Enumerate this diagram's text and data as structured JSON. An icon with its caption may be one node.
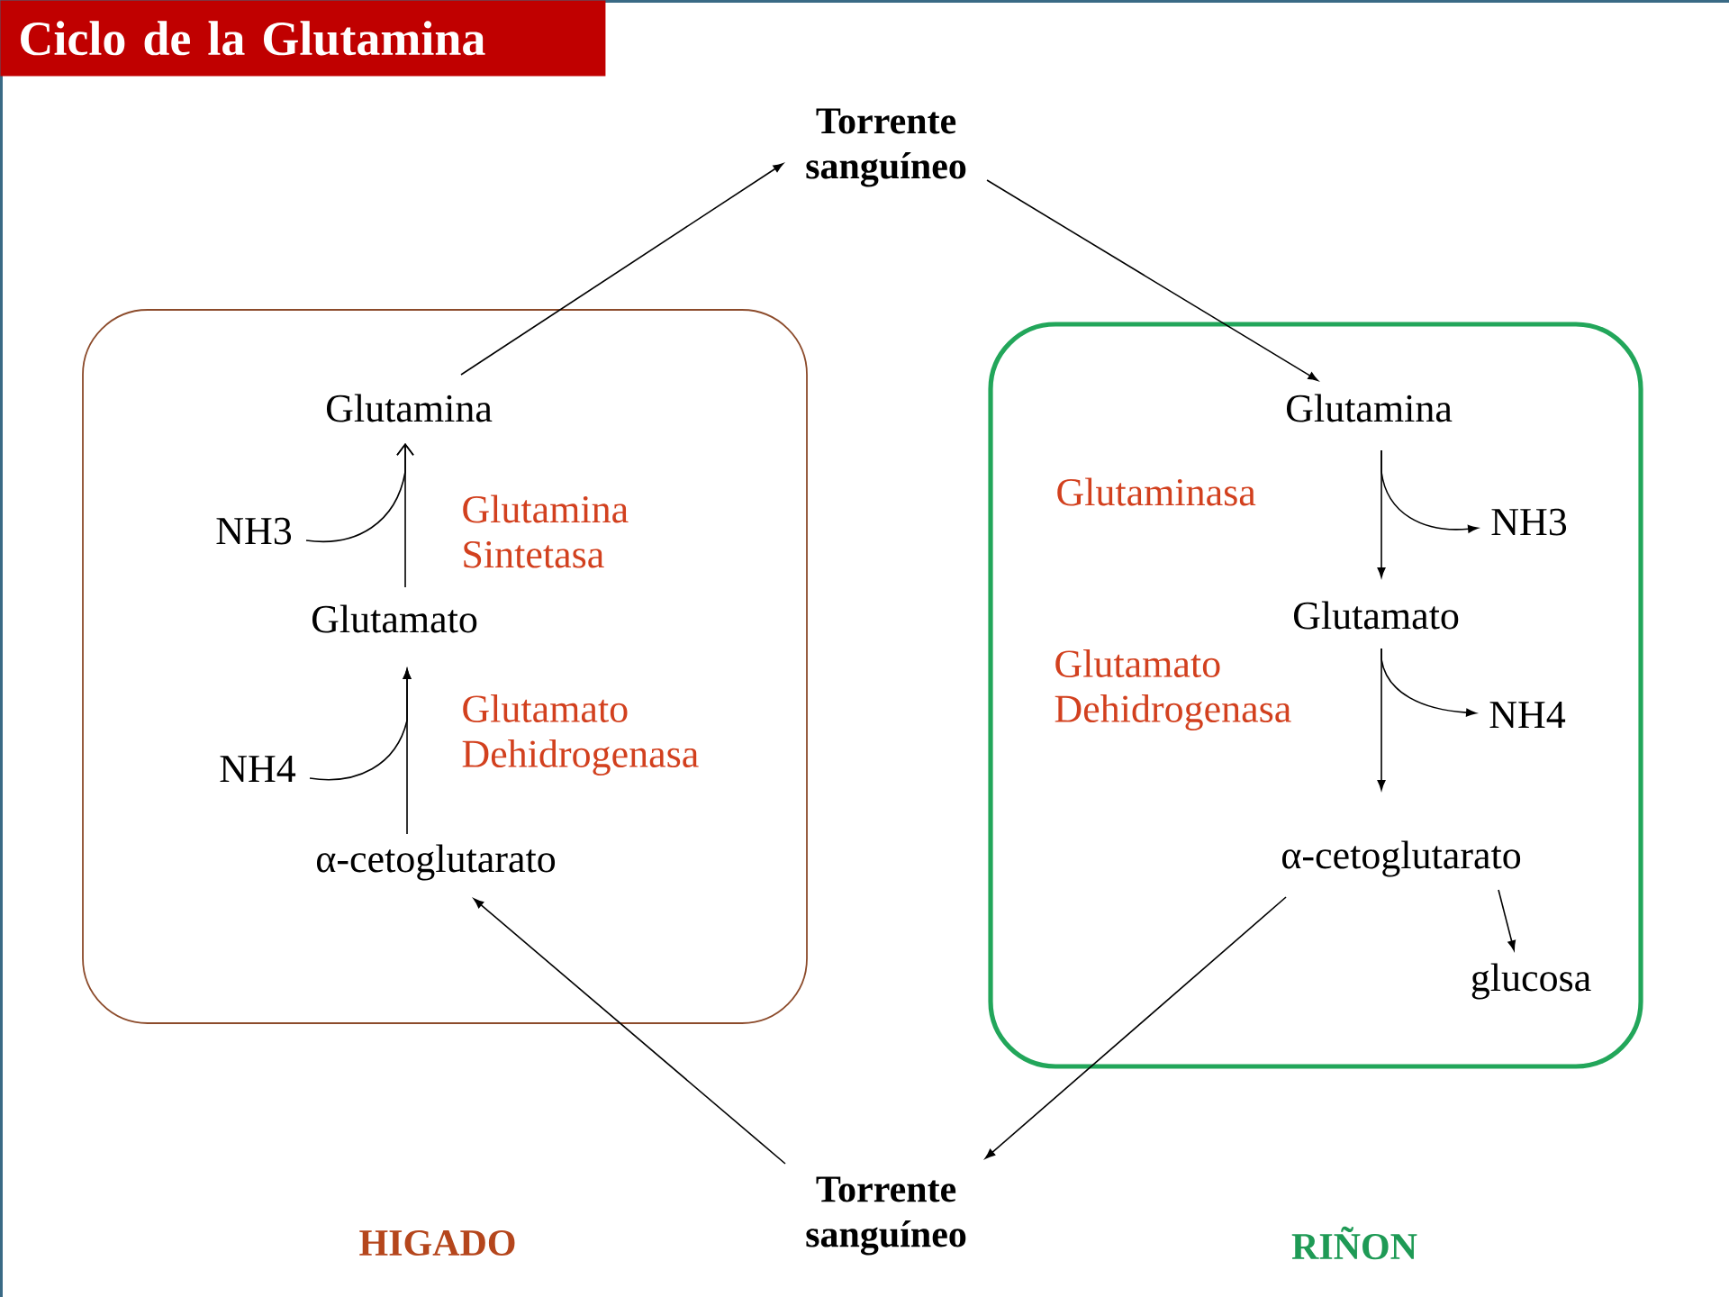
{
  "diagram": {
    "title": "Ciclo de la Glutamina",
    "nodes": [
      {
        "text": [
          "Torrente sanguíneo"
        ]
      },
      {
        "text": [],
        "shape": "box"
      },
      {
        "text": [
          "Glutamina"
        ],
        "in": 1
      },
      {
        "text": [
          "NH3"
        ],
        "in": 1
      },
      {
        "text": [
          "Glutamato"
        ],
        "in": 1
      },
      {
        "text": [
          "NH4"
        ],
        "in": 1
      },
      {
        "text": [
          "α-cetoglutarato"
        ],
        "in": 1
      },
      {
        "text": [],
        "shape": "box"
      },
      {
        "text": [
          "Glutamina"
        ],
        "in": 7
      },
      {
        "text": [
          "NH3"
        ],
        "in": 7
      },
      {
        "text": [
          "Glutamato"
        ],
        "in": 7
      },
      {
        "text": [
          "NH4"
        ],
        "in": 7
      },
      {
        "text": [
          "α-cetoglutarato"
        ],
        "in": 7
      },
      {
        "text": [
          "glucosa"
        ],
        "in": 7
      },
      {
        "text": [
          "Torrente sanguíneo"
        ]
      }
    ],
    "edges": [
      {
        "from": 2,
        "to": 0,
        "arrow": "to"
      },
      {
        "from": 0,
        "to": 8,
        "arrow": "to"
      },
      {
        "from": 4,
        "to": 2,
        "arrow": "to",
        "label": "Glutamina Sintetasa"
      },
      {
        "from": 3,
        "to": 2,
        "arrow": "to"
      },
      {
        "from": 6,
        "to": 4,
        "arrow": "to",
        "label": "Glutamato Dehidrogenasa"
      },
      {
        "from": 5,
        "to": 4,
        "arrow": "to"
      },
      {
        "from": 8,
        "to": 10,
        "arrow": "to",
        "label": "Glutaminasa"
      },
      {
        "from": 8,
        "to": 9,
        "arrow": "to"
      },
      {
        "from": 10,
        "to": 12,
        "arrow": "to",
        "label": "Glutamato Dehidrogenasa"
      },
      {
        "from": 10,
        "to": 11,
        "arrow": "to"
      },
      {
        "from": 12,
        "to": 13,
        "arrow": "to"
      },
      {
        "from": 12,
        "to": 14,
        "arrow": "to"
      },
      {
        "from": 14,
        "to": 6,
        "arrow": "to"
      }
    ],
    "labels": [
      "HIGADO",
      "RIÑON"
    ]
  }
}
